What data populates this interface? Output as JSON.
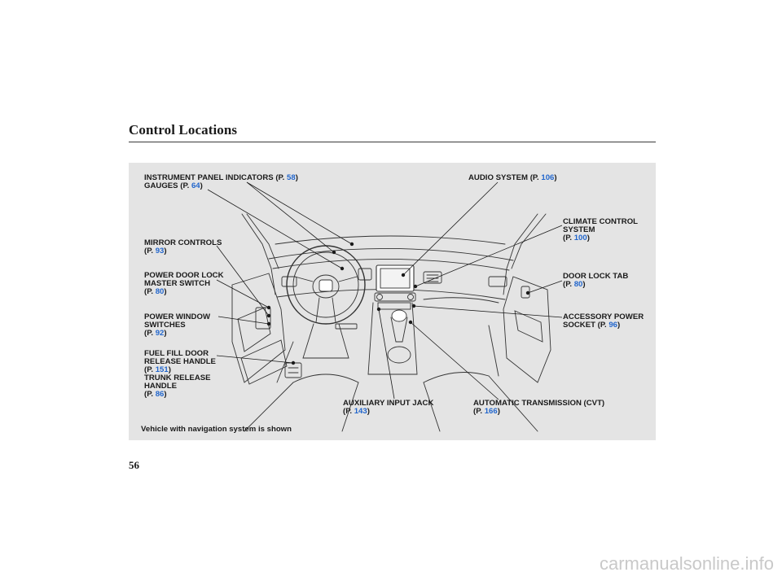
{
  "page": {
    "title": "Control Locations",
    "page_number": "56",
    "caption": "Vehicle with navigation system is shown",
    "watermark": "carmanualsonline.info"
  },
  "labels": {
    "instrument_panel": {
      "text": "INSTRUMENT PANEL INDICATORS (P. ",
      "ref": "58",
      "close": ")"
    },
    "gauges": {
      "text": "GAUGES (P. ",
      "ref": "64",
      "close": ")"
    },
    "mirror": {
      "line1": "MIRROR CONTROLS",
      "prefix": "(P. ",
      "ref": "93",
      "close": ")"
    },
    "door_lock_master": {
      "line1": "POWER DOOR LOCK",
      "line2": "MASTER SWITCH",
      "prefix": "(P. ",
      "ref": "80",
      "close": ")"
    },
    "power_window": {
      "line1": "POWER WINDOW",
      "line2": "SWITCHES",
      "prefix": "(P. ",
      "ref": "92",
      "close": ")"
    },
    "fuel_fill": {
      "line1": "FUEL FILL DOOR",
      "line2": "RELEASE HANDLE",
      "prefix": "(P. ",
      "ref": "151",
      "close": ")"
    },
    "trunk": {
      "line1": "TRUNK RELEASE",
      "line2": "HANDLE",
      "prefix": "(P. ",
      "ref": "86",
      "close": ")"
    },
    "audio": {
      "text": "AUDIO SYSTEM (P. ",
      "ref": "106",
      "close": ")"
    },
    "climate": {
      "line1": "CLIMATE CONTROL",
      "line2": "SYSTEM",
      "prefix": "(P. ",
      "ref": "100",
      "close": ")"
    },
    "door_lock_tab": {
      "line1": "DOOR LOCK TAB",
      "prefix": "(P. ",
      "ref": "80",
      "close": ")"
    },
    "accessory": {
      "line1": "ACCESSORY POWER",
      "line2": "SOCKET  (P. ",
      "ref": "96",
      "close": ")"
    },
    "aux_input": {
      "line1": "AUXILIARY INPUT JACK",
      "prefix": "(P. ",
      "ref": "143",
      "close": ")"
    },
    "transmission": {
      "line1": "AUTOMATIC TRANSMISSION (CVT)",
      "prefix": "(P. ",
      "ref": "166",
      "close": ")"
    }
  }
}
